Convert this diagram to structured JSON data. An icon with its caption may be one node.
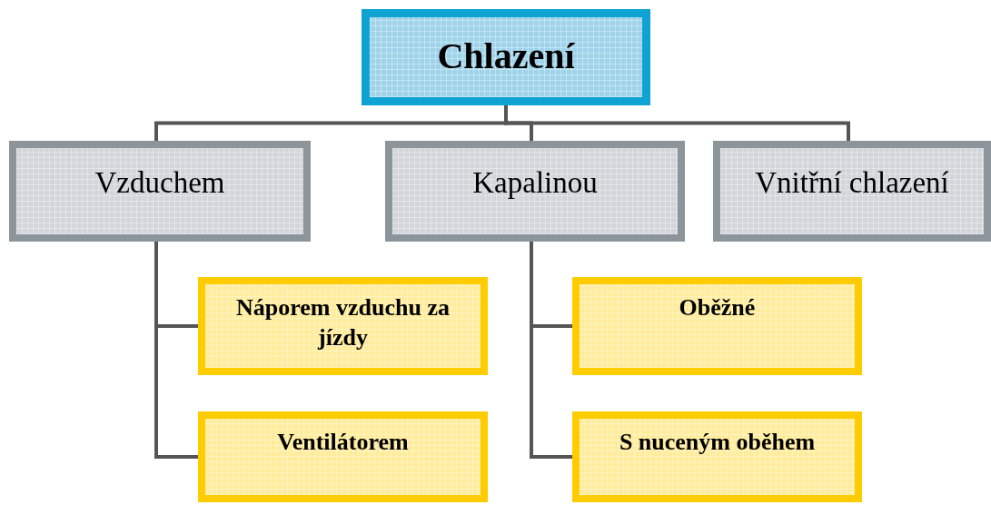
{
  "diagram": {
    "nodes": [
      {
        "text": [
          "Chlazení"
        ]
      },
      {
        "text": [
          "Vzduchem"
        ]
      },
      {
        "text": [
          "Kapalinou"
        ]
      },
      {
        "text": [
          "Vnitřní chlazení"
        ]
      },
      {
        "text": [
          "Náporem vzduchu za jízdy"
        ]
      },
      {
        "text": [
          "Ventilátorem"
        ]
      },
      {
        "text": [
          "Oběžné"
        ]
      },
      {
        "text": [
          "S nuceným oběhem"
        ]
      }
    ],
    "edges": [
      {
        "from": 0,
        "to": 1,
        "arrow": "none"
      },
      {
        "from": 0,
        "to": 2,
        "arrow": "none"
      },
      {
        "from": 0,
        "to": 3,
        "arrow": "none"
      },
      {
        "from": 1,
        "to": 4,
        "arrow": "none"
      },
      {
        "from": 1,
        "to": 5,
        "arrow": "none"
      },
      {
        "from": 2,
        "to": 6,
        "arrow": "none"
      },
      {
        "from": 2,
        "to": 7,
        "arrow": "none"
      }
    ]
  }
}
